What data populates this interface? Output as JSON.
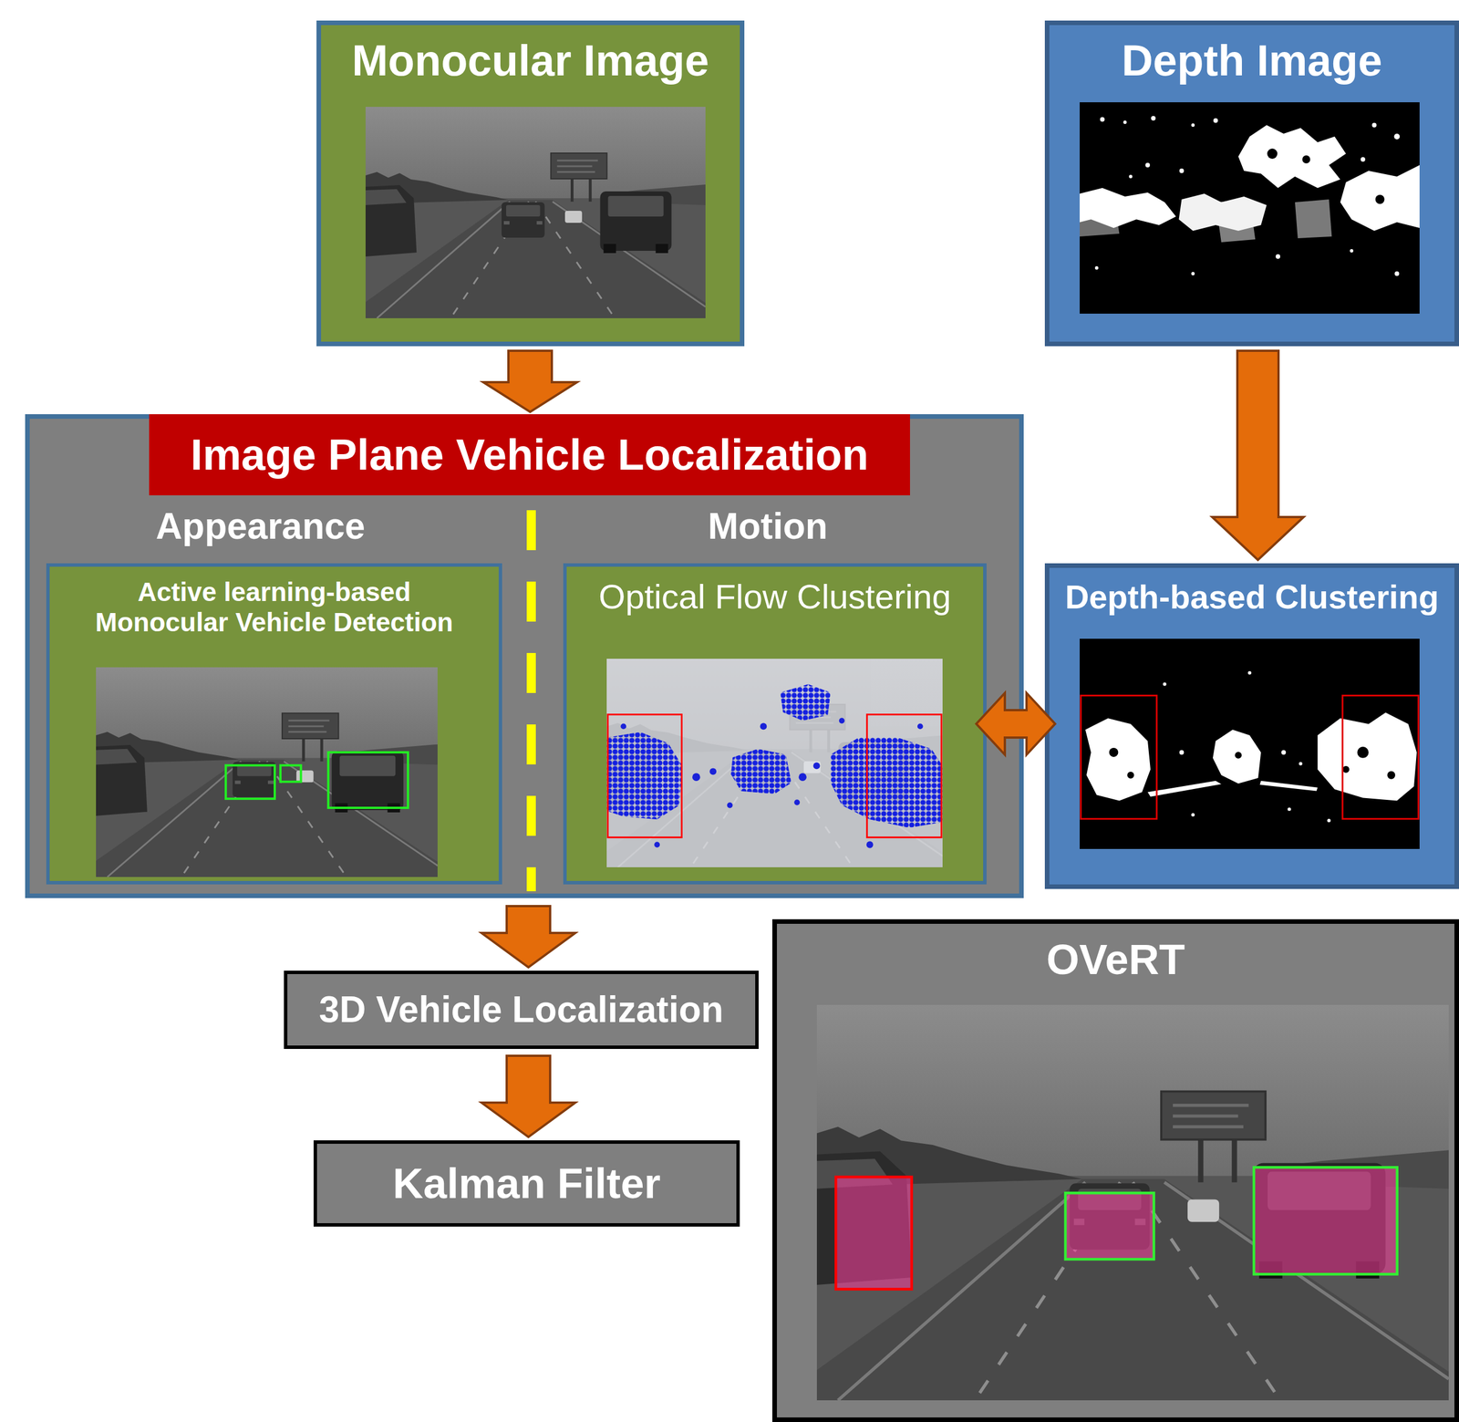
{
  "diagram": {
    "nodes": [
      {
        "text": [
          "Monocular Image"
        ]
      },
      {
        "text": [
          "Depth Image"
        ]
      },
      {
        "text": [
          "Image Plane Vehicle Localization",
          "Appearance",
          "Motion"
        ]
      },
      {
        "text": [
          "Active learning-based Monocular Vehicle Detection"
        ],
        "in": 2
      },
      {
        "text": [
          "Optical Flow Clustering"
        ],
        "in": 2
      },
      {
        "text": [
          "Depth-based Clustering"
        ]
      },
      {
        "text": [
          "3D Vehicle Localization"
        ]
      },
      {
        "text": [
          "Kalman Filter"
        ]
      },
      {
        "text": [
          "OVeRT"
        ]
      }
    ],
    "edges": [
      {
        "from": 0,
        "to": 2,
        "arrow": "to"
      },
      {
        "from": 1,
        "to": 5,
        "arrow": "to"
      },
      {
        "from": 4,
        "to": 5,
        "arrow": "both"
      },
      {
        "from": 2,
        "to": 6,
        "arrow": "to"
      },
      {
        "from": 6,
        "to": 7,
        "arrow": "to"
      }
    ]
  }
}
